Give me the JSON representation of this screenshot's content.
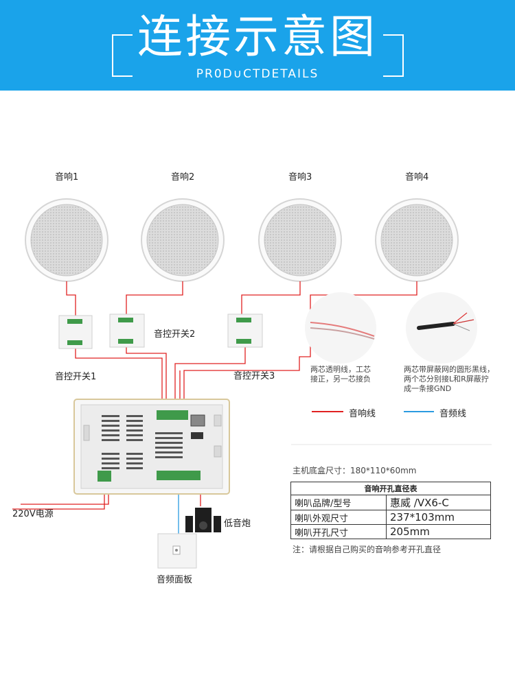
{
  "header": {
    "title": "连接示意图",
    "subtitle": "PR0D∪CTDETAILS"
  },
  "speakers": [
    "音响1",
    "音响2",
    "音响3",
    "音响4"
  ],
  "switches": [
    "音控开关1",
    "音控开关2",
    "音控开关3"
  ],
  "power_label": "220V电源",
  "subwoofer_label": "低音炮",
  "audio_panel_label": "音频面板",
  "cables": {
    "two_core_note": [
      "两芯透明线，工芯",
      "接正，另一芯接负"
    ],
    "shielded_note": [
      "两芯带屏蔽网的圆形黑线，",
      "两个芯分别接L和R屏蔽拧",
      "成一条接GND"
    ]
  },
  "legend": {
    "speaker_line": "音响线",
    "audio_line": "音频线",
    "speaker_color": "#e02020",
    "audio_color": "#2a9be0"
  },
  "box_size": "主机底盒尺寸：180*110*60mm",
  "spec_table": {
    "title": "音响开孔直径表",
    "rows": [
      {
        "key": "喇叭品牌/型号",
        "value": "惠威 /VX6-C"
      },
      {
        "key": "喇叭外观尺寸",
        "value": "237*103mm"
      },
      {
        "key": "喇叭开孔尺寸",
        "value": "205mm"
      }
    ],
    "note": "注：请根据自己购买的音响参考开孔直径"
  }
}
